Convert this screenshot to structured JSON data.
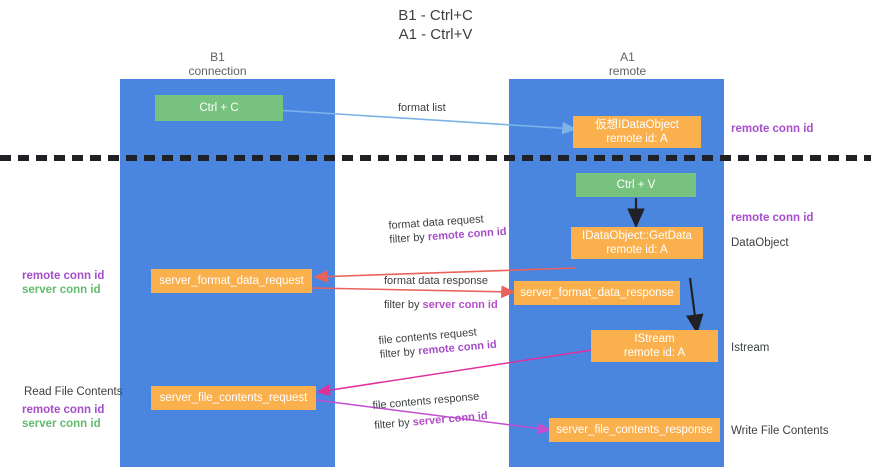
{
  "title": {
    "line1": "B1 - Ctrl+C",
    "line2": "A1 - Ctrl+V"
  },
  "columns": [
    {
      "id": "b1",
      "name": "B1",
      "role": "connection"
    },
    {
      "id": "a1",
      "name": "A1",
      "role": "remote"
    }
  ],
  "colors": {
    "lane": "#4a86e0",
    "box_orange": "#fbb04e",
    "box_green": "#77c27e",
    "arrow_blue": "#7eb3e8",
    "arrow_red": "#e8635c",
    "arrow_magenta": "#e0309a",
    "arrow_purple": "#c24fd0",
    "arrow_black": "#202124",
    "text_purple": "#a64ec9",
    "text_green": "#63bb6e",
    "text_dark": "#3c4043"
  },
  "nodes": [
    {
      "id": "ctrl_c",
      "lines": [
        "Ctrl + C"
      ],
      "color": "green"
    },
    {
      "id": "virtual_dataobject",
      "lines": [
        "仮想IDataObject",
        "remote id: A"
      ],
      "color": "orange"
    },
    {
      "id": "ctrl_v",
      "lines": [
        "Ctrl + V"
      ],
      "color": "green"
    },
    {
      "id": "getdata",
      "lines": [
        "IDataObject::GetData",
        "remote id: A"
      ],
      "color": "orange"
    },
    {
      "id": "server_format_data_request",
      "lines": [
        "server_format_data_request"
      ],
      "color": "orange"
    },
    {
      "id": "server_format_data_response",
      "lines": [
        "server_format_data_response"
      ],
      "color": "orange"
    },
    {
      "id": "istream",
      "lines": [
        "IStream",
        "remote id: A"
      ],
      "color": "orange"
    },
    {
      "id": "server_file_contents_request",
      "lines": [
        "server_file_contents_request"
      ],
      "color": "orange"
    },
    {
      "id": "server_file_contents_response",
      "lines": [
        "server_file_contents_response"
      ],
      "color": "orange"
    }
  ],
  "edge_labels": {
    "format_list": "format list",
    "format_data_request": {
      "main": "format data request",
      "filter_prefix": "filter by ",
      "filter_key": "remote conn id"
    },
    "format_data_response": {
      "main": "format data response",
      "filter_prefix": "filter by ",
      "filter_key": "server conn id"
    },
    "file_contents_request": {
      "main": "file contents request",
      "filter_prefix": "filter by ",
      "filter_key": "remote conn id"
    },
    "file_contents_response": {
      "main": "file contents response",
      "filter_prefix": "filter by ",
      "filter_key": "server conn id"
    }
  },
  "annotations": {
    "right_top_remote_conn_id": "remote conn id",
    "right_mid_remote_conn_id": "remote conn id",
    "right_dataobject": "DataObject",
    "right_istream": "Istream",
    "right_write_file_contents": "Write File Contents",
    "left_mid_remote_conn_id": "remote conn id",
    "left_mid_server_conn_id": "server conn id",
    "left_read_file_contents": "Read File Contents",
    "left_bot_remote_conn_id": "remote conn id",
    "left_bot_server_conn_id": "server conn id"
  }
}
